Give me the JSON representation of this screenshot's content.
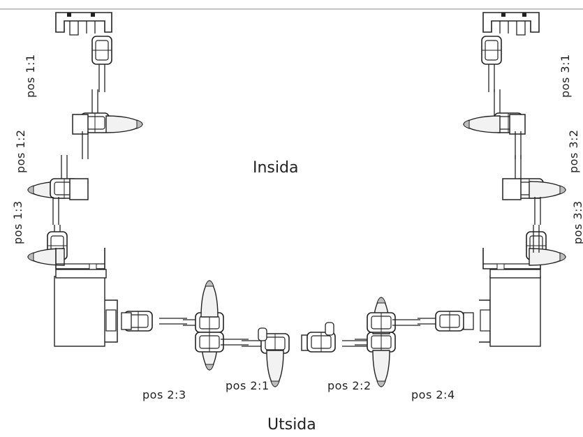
{
  "labels": {
    "inside": "Insida",
    "outside": "Utsida",
    "positions": {
      "p11": "pos 1:1",
      "p12": "pos 1:2",
      "p13": "pos 1:3",
      "p21": "pos 2:1",
      "p22": "pos 2:2",
      "p23": "pos 2:3",
      "p24": "pos 2:4",
      "p31": "pos 3:1",
      "p32": "pos 3:2",
      "p33": "pos 3:3"
    }
  },
  "colors": {
    "line": "#222222",
    "handle_fill": "#f2f2f2",
    "handle_tip": "#bdbdbd",
    "rule": "#888888"
  }
}
